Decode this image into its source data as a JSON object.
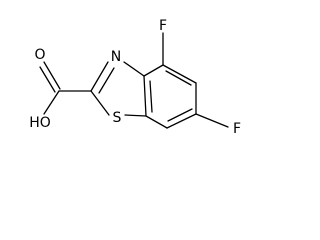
{
  "molecule": {
    "atoms": {
      "fluorine_top": "F",
      "fluorine_right": "F",
      "nitrogen": "N",
      "sulfur": "S",
      "hydroxyl": "HO",
      "carbonyl_oxygen": "O"
    }
  },
  "colors": {
    "bond": "#000000",
    "label": "#000000",
    "background": "#ffffff"
  }
}
